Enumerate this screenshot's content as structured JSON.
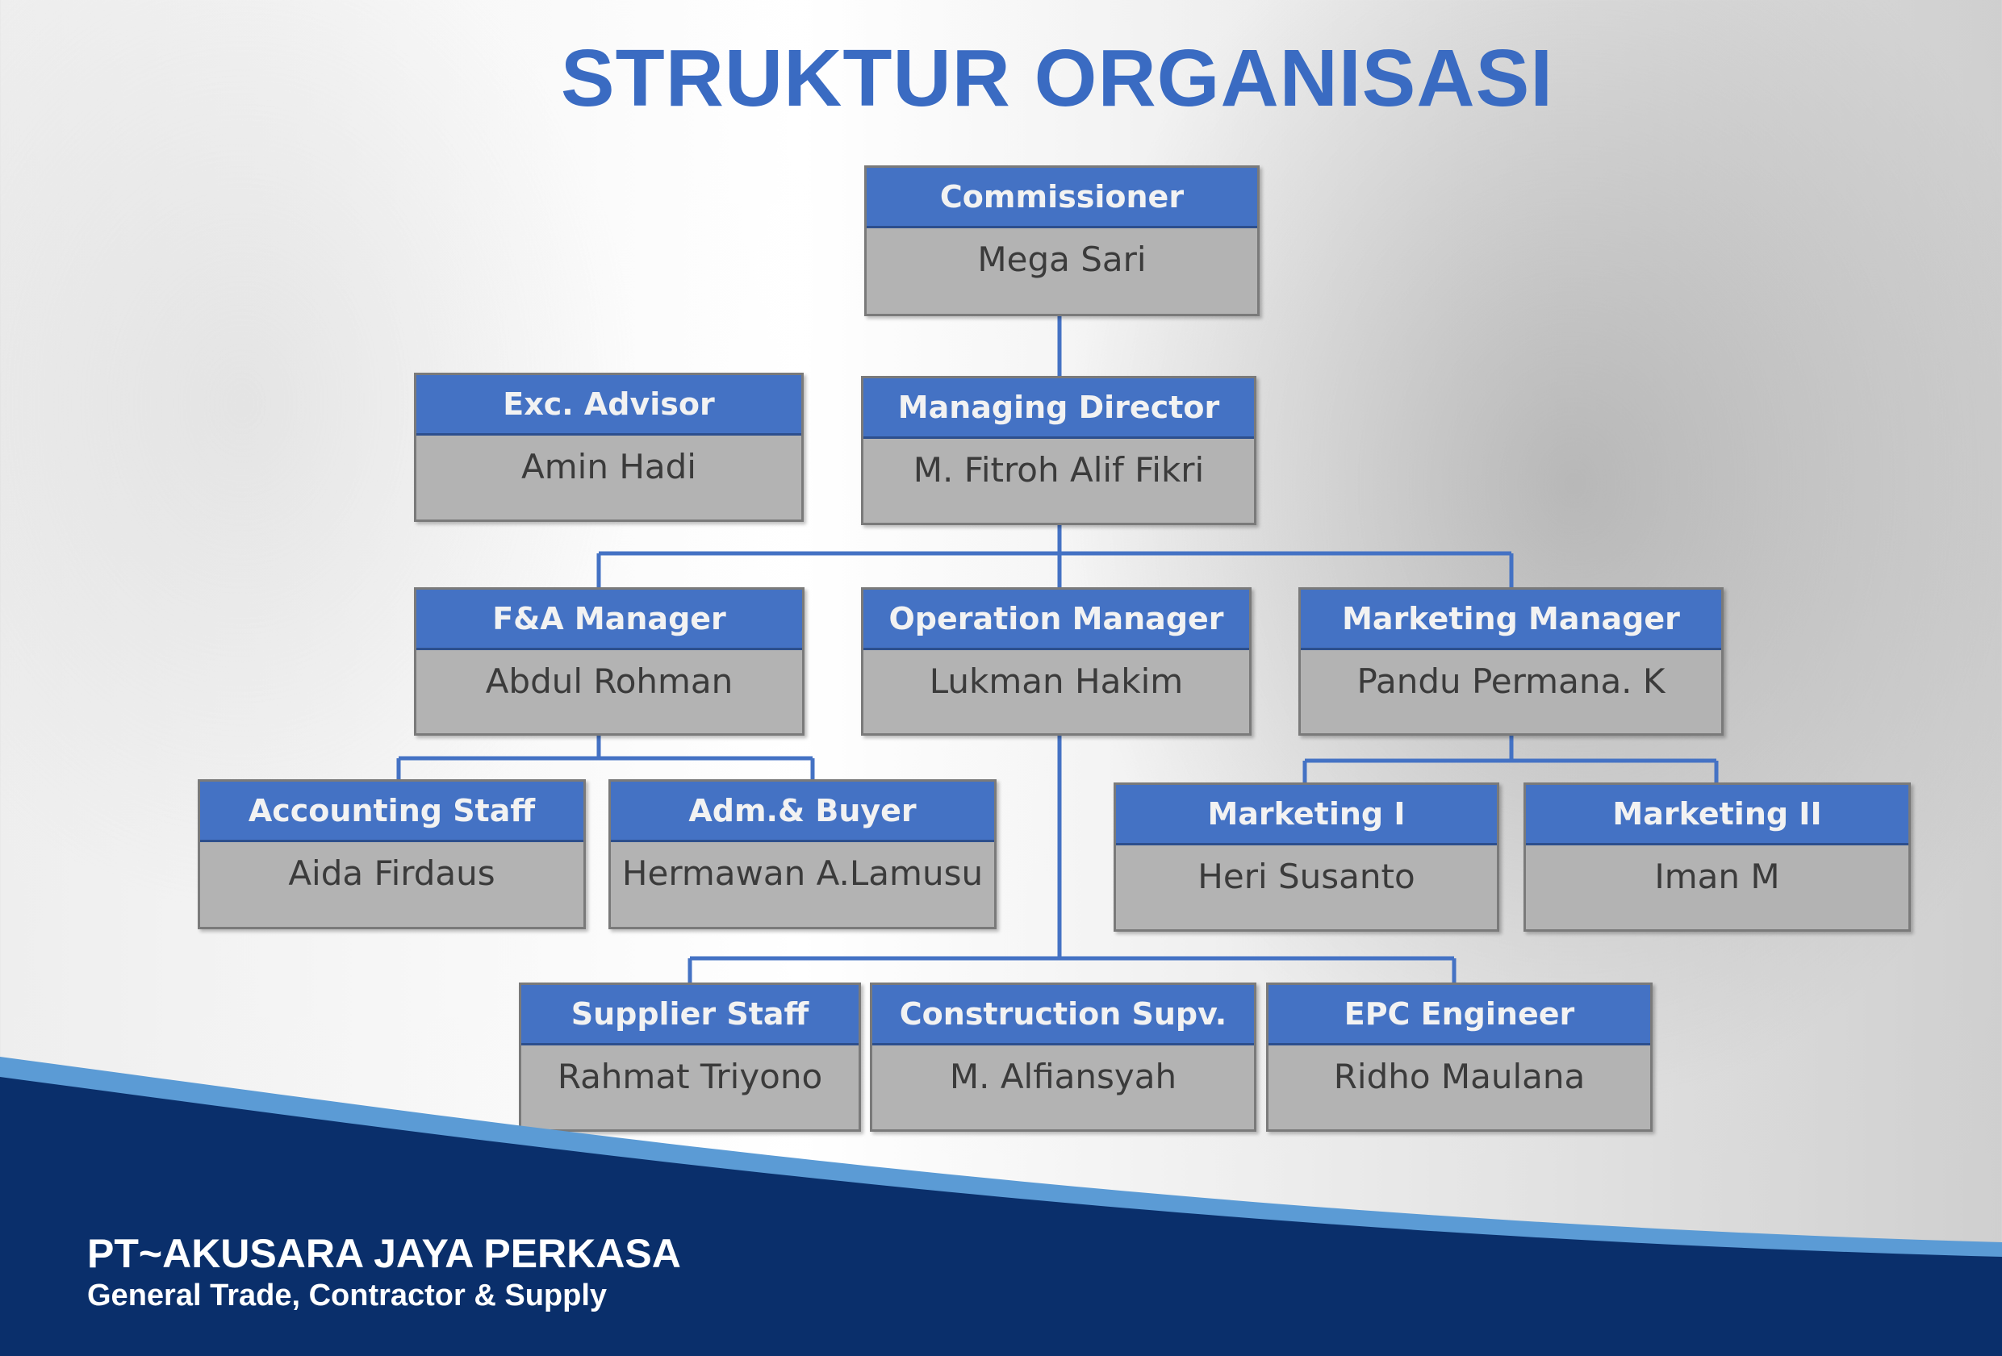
{
  "title": "STRUKTUR ORGANISASI",
  "nodes": [
    {
      "id": "commissioner",
      "role": "Commissioner",
      "person": "Mega Sari"
    },
    {
      "id": "exc-advisor",
      "role": "Exc. Advisor",
      "person": "Amin Hadi"
    },
    {
      "id": "managing-director",
      "role": "Managing Director",
      "person": "M. Fitroh Alif Fikri"
    },
    {
      "id": "fa-manager",
      "role": "F&A Manager",
      "person": "Abdul Rohman"
    },
    {
      "id": "operation-manager",
      "role": "Operation Manager",
      "person": "Lukman Hakim"
    },
    {
      "id": "marketing-manager",
      "role": "Marketing Manager",
      "person": "Pandu Permana. K"
    },
    {
      "id": "accounting-staff",
      "role": "Accounting Staff",
      "person": "Aida Firdaus"
    },
    {
      "id": "adm-buyer",
      "role": "Adm.& Buyer",
      "person": "Hermawan A.Lamusu"
    },
    {
      "id": "marketing-1",
      "role": "Marketing I",
      "person": "Heri Susanto"
    },
    {
      "id": "marketing-2",
      "role": "Marketing II",
      "person": "Iman M"
    },
    {
      "id": "supplier-staff",
      "role": "Supplier Staff",
      "person": "Rahmat Triyono"
    },
    {
      "id": "construction-supv",
      "role": "Construction Supv.",
      "person": "M. Alfiansyah"
    },
    {
      "id": "epc-engineer",
      "role": "EPC Engineer",
      "person": "Ridho Maulana"
    }
  ],
  "footer": {
    "company": "PT~AKUSARA JAYA PERKASA",
    "tagline": "General Trade, Contractor & Supply",
    "colors": {
      "band": "#0a2f6b",
      "accent": "#5b9bd5"
    }
  },
  "colors": {
    "title": "#3a6bc2",
    "header": "#4472c4",
    "body": "#b3b3b3",
    "connector": "#4472c4"
  }
}
